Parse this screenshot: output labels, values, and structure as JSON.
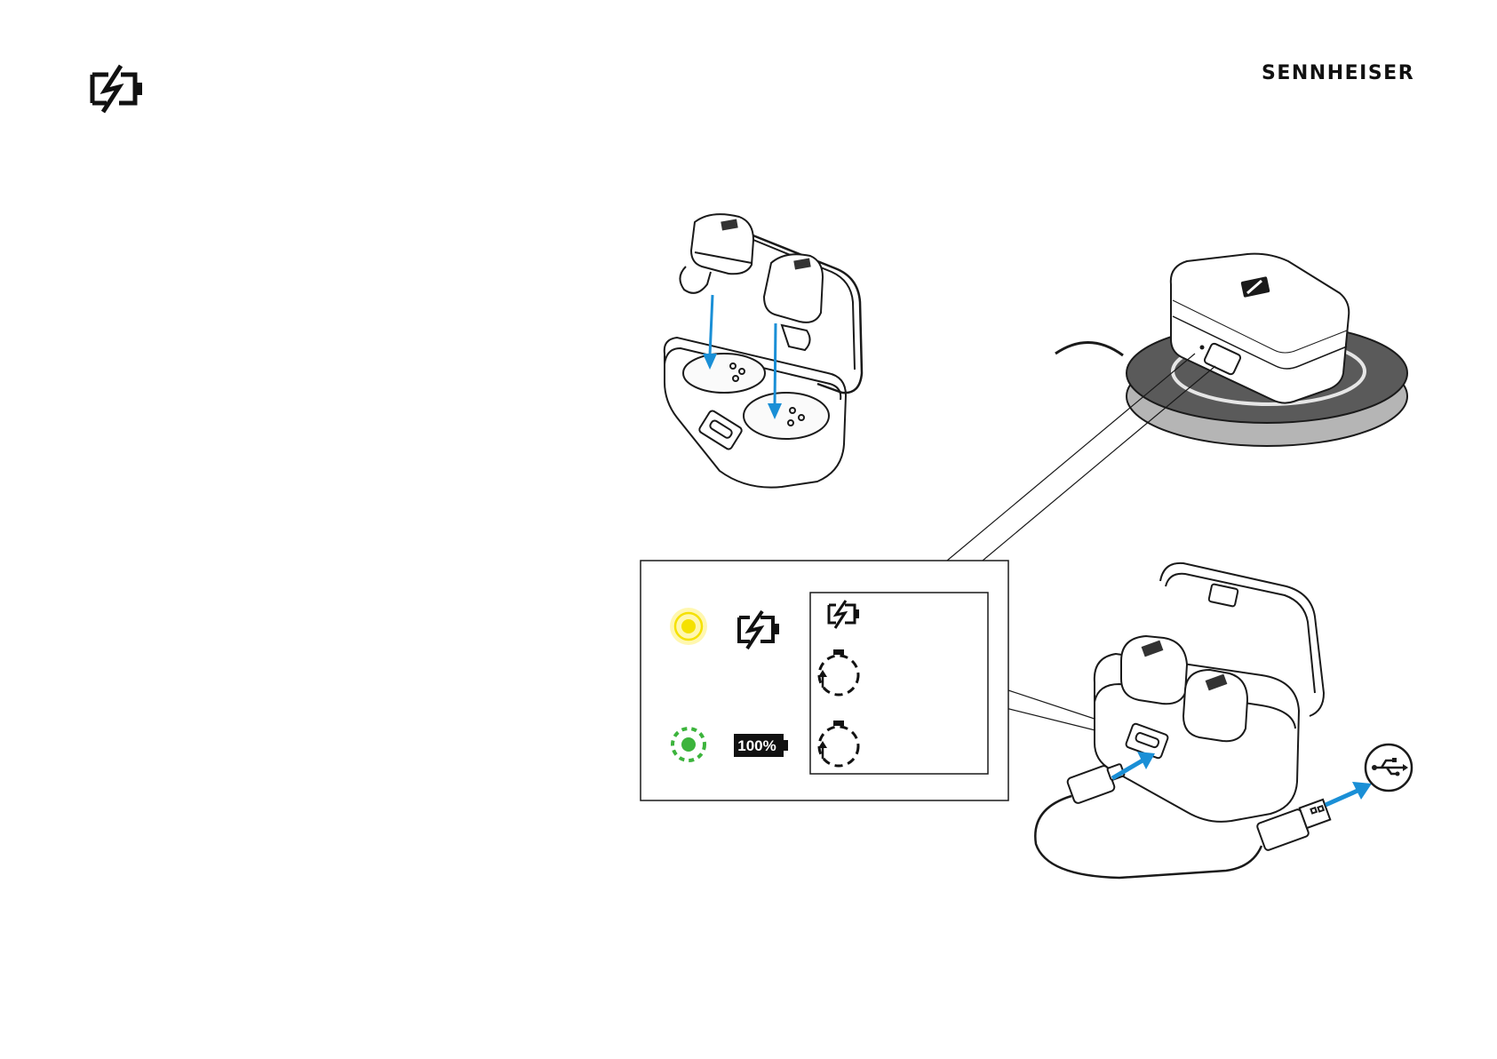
{
  "brand": {
    "name": "SENNHEISER"
  },
  "icons": {
    "header_icon": "charging-battery-icon",
    "usb_icon": "usb-symbol-icon",
    "timer_icon": "stopwatch-icon"
  },
  "legend": {
    "rows": [
      {
        "led": "yellow-pulsing-led",
        "led_color": "#f5e100",
        "status_icon": "charging-battery-icon"
      },
      {
        "led": "green-dashed-led",
        "led_color": "#3cb43c",
        "status_icon": "battery-full-icon",
        "status_text": "100%"
      }
    ],
    "detail_rows": [
      {
        "icon": "charging-battery-icon"
      },
      {
        "icon": "stopwatch-icon"
      },
      {
        "icon": "stopwatch-icon"
      }
    ]
  },
  "colors": {
    "arrow": "#1a8fd6",
    "outline": "#1a1a1a",
    "pad_dark": "#5a5a5a",
    "pad_base": "#b5b5b5"
  }
}
